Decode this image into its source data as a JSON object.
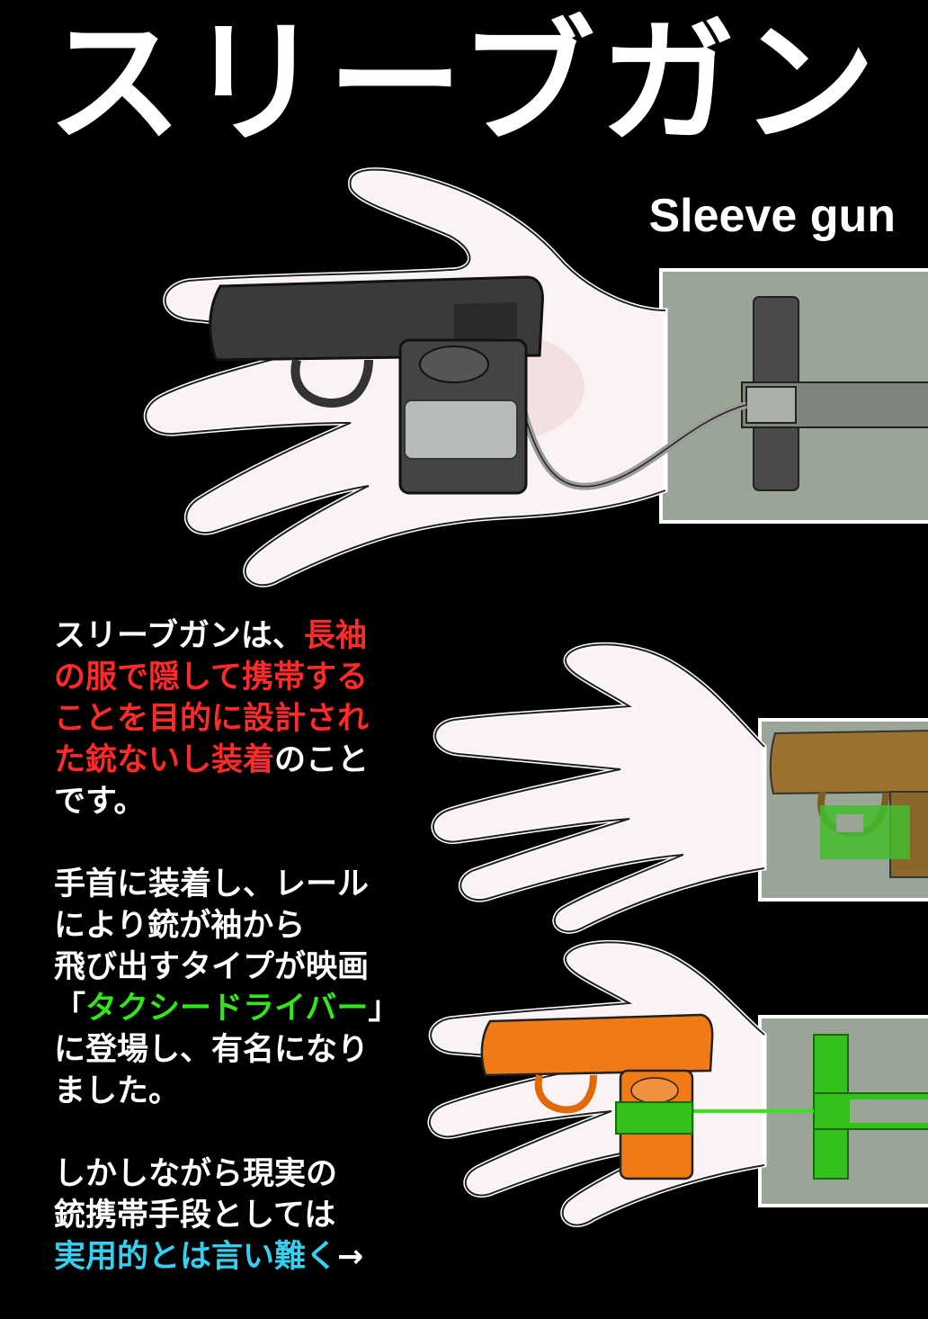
{
  "title": "スリーブガン",
  "subtitle": "Sleeve gun",
  "paragraphs": {
    "p1": {
      "a": "スリーブガンは、",
      "b_l1": "長袖",
      "b_l2": "の服で隠して携帯する",
      "b_l3": "ことを目的に設計され",
      "b_l4": "た銃ないし装着",
      "c_l4": "のこと",
      "c_l5": "です。"
    },
    "p2": {
      "l1": "手首に装着し、レール",
      "l2": "により銃が袖から",
      "l3": "飛び出すタイプが映画",
      "l4_open": "「",
      "l4_movie": "タクシードライバー",
      "l4_close": "」",
      "l5": "に登場し、有名になり",
      "l6": "ました。"
    },
    "p3": {
      "l1": "しかしながら現実の",
      "l2": "銃携帯手段としては",
      "l3_hl": "実用的とは言い難く",
      "l3_arrow": "→"
    }
  },
  "colors": {
    "background": "#000000",
    "text": "#ffffff",
    "highlight_red": "#ff2a2a",
    "highlight_green": "#33e61a",
    "highlight_cyan": "#35d0f0",
    "sleeve": "#9aa598",
    "skin": "#fbf3f3",
    "gun_dark": "#3a3a3a",
    "gun_brown": "#9b6a1c",
    "gun_orange": "#f07a14",
    "rail_green": "#32c21c"
  },
  "illustrations": [
    "hand-with-dark-pistol-sleeve-rig",
    "open-hand-with-hidden-brown-pistol",
    "hand-with-orange-pistol-green-rail"
  ]
}
